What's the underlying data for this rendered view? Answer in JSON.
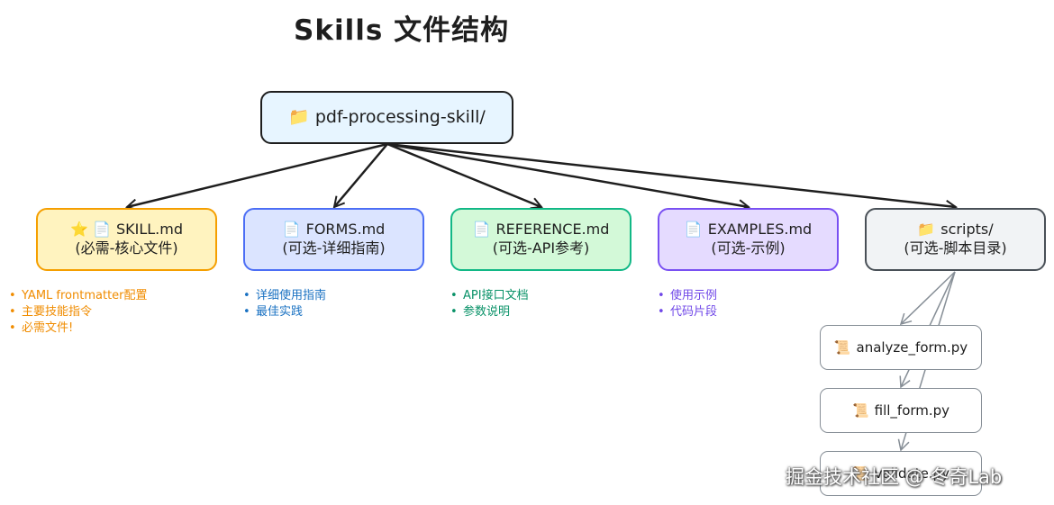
{
  "title": "Skills 文件结构",
  "root": {
    "icon": "folder-icon",
    "glyph": "📁",
    "label": "pdf-processing-skill/"
  },
  "children": [
    {
      "key": "skill",
      "icons": [
        "star-icon",
        "document-icon"
      ],
      "glyphs": "⭐ 📄",
      "name": "SKILL.md",
      "desc": "(必需-核心文件)",
      "border": "#f59f00",
      "fill": "#fff3bf"
    },
    {
      "key": "forms",
      "icons": [
        "document-icon"
      ],
      "glyphs": "📄",
      "name": "FORMS.md",
      "desc": "(可选-详细指南)",
      "border": "#4c6ef5",
      "fill": "#dbe4ff"
    },
    {
      "key": "reference",
      "icons": [
        "document-icon"
      ],
      "glyphs": "📄",
      "name": "REFERENCE.md",
      "desc": "(可选-API参考)",
      "border": "#12b886",
      "fill": "#d3f9d8"
    },
    {
      "key": "examples",
      "icons": [
        "document-icon"
      ],
      "glyphs": "📄",
      "name": "EXAMPLES.md",
      "desc": "(可选-示例)",
      "border": "#7950f2",
      "fill": "#e5dbff"
    },
    {
      "key": "scripts",
      "icons": [
        "folder-icon"
      ],
      "glyphs": "📁",
      "name": "scripts/",
      "desc": "(可选-脚本目录)",
      "border": "#495057",
      "fill": "#f1f3f5"
    }
  ],
  "notes": {
    "skill": [
      "YAML frontmatter配置",
      "主要技能指令",
      "必需文件!"
    ],
    "forms": [
      "详细使用指南",
      "最佳实践"
    ],
    "reference": [
      "API接口文档",
      "参数说明"
    ],
    "examples": [
      "使用示例",
      "代码片段"
    ]
  },
  "scripts_files": [
    {
      "icon": "scroll-icon",
      "glyph": "📜",
      "name": "analyze_form.py"
    },
    {
      "icon": "scroll-icon",
      "glyph": "📜",
      "name": "fill_form.py"
    },
    {
      "icon": "scroll-icon",
      "glyph": "📜",
      "name": "validate.py"
    }
  ],
  "watermark": "掘金技术社区 @ 冬奇Lab",
  "colors": {
    "stroke": "#1e1e1e",
    "script_arrow": "#868e96"
  }
}
